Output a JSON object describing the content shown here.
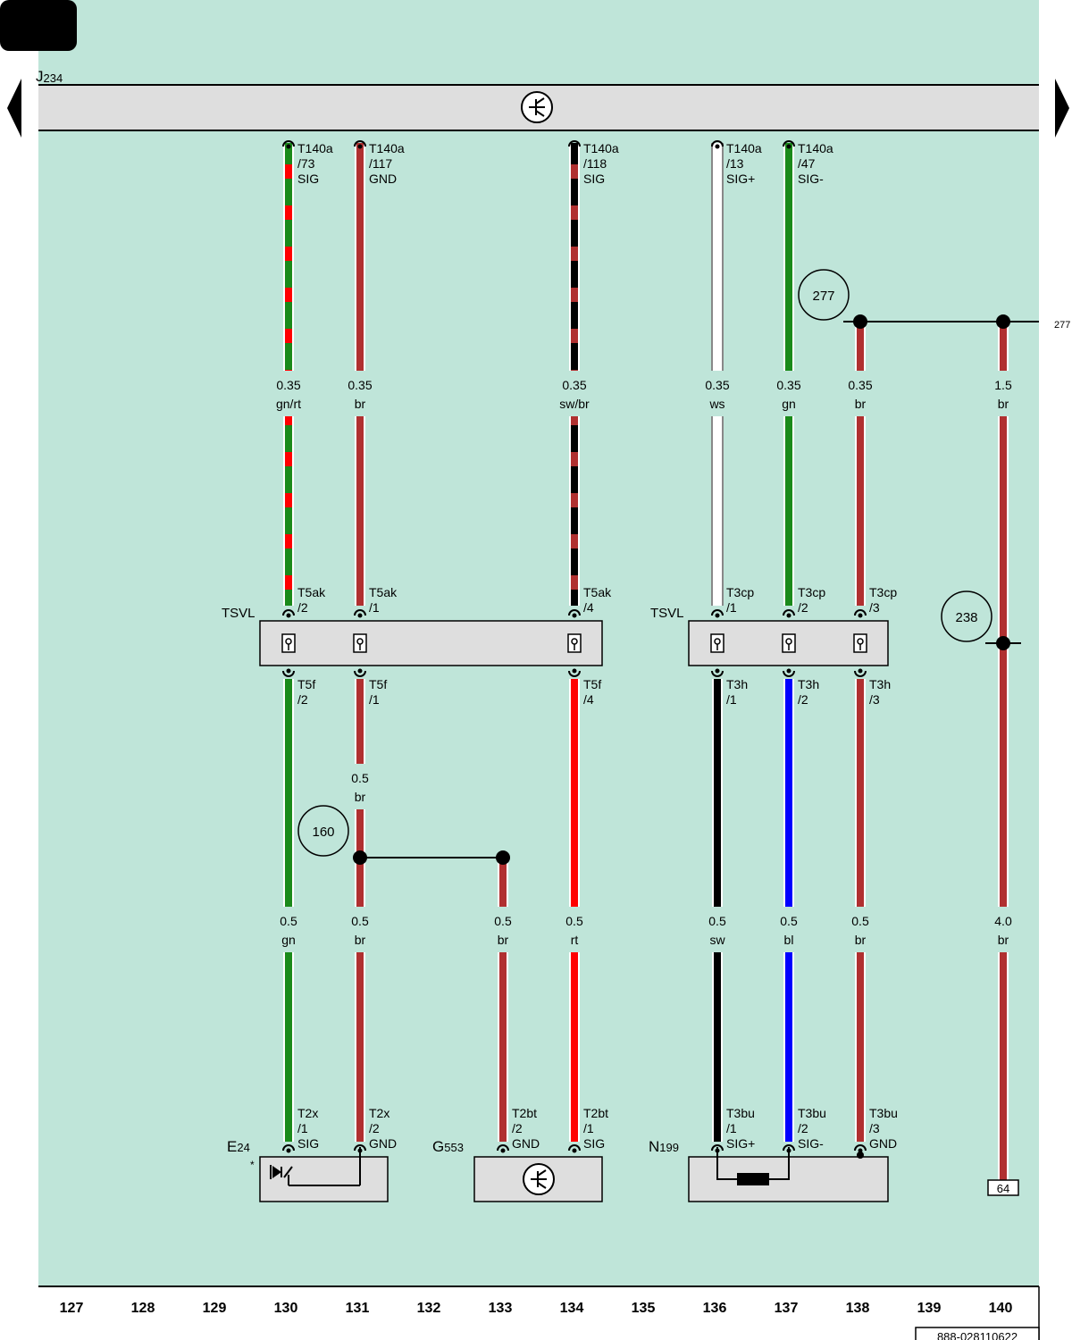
{
  "header": {
    "component": "J",
    "component_sub": "234",
    "diagram_id": "888-028110622"
  },
  "nav": {
    "prev_icon": "triangle-left-icon",
    "next_icon": "triangle-right-icon"
  },
  "grid_numbers": [
    "127",
    "128",
    "129",
    "130",
    "131",
    "132",
    "133",
    "134",
    "135",
    "136",
    "137",
    "138",
    "139",
    "140"
  ],
  "colors": {
    "background": "#bfe5d9",
    "box_fill": "#dedede",
    "gn": "#1a8a1a",
    "rt": "#ff0000",
    "br": "#b03030",
    "sw": "#000000",
    "bl": "#0000ff",
    "ws": "#ffffff"
  },
  "wires": [
    {
      "id": "w130",
      "top_conn": "T140a",
      "top_pin": "/73",
      "top_sig": "SIG",
      "seg1_size": "0.35",
      "seg1_color": "gn/rt",
      "mid_conn_top": "T5ak",
      "mid_pin_top": "/2",
      "mid_conn_bot": "T5f",
      "mid_pin_bot": "/2",
      "seg2_size": "0.5",
      "seg2_color": "gn",
      "bot_conn": "T2x",
      "bot_pin": "/1",
      "bot_sig": "SIG"
    },
    {
      "id": "w131",
      "top_conn": "T140a",
      "top_pin": "/117",
      "top_sig": "GND",
      "seg1_size": "0.35",
      "seg1_color": "br",
      "mid_conn_top": "T5ak",
      "mid_pin_top": "/1",
      "mid_conn_bot": "T5f",
      "mid_pin_bot": "/1",
      "seg_mid_size": "0.5",
      "seg_mid_color": "br",
      "seg2_size": "0.5",
      "seg2_color": "br",
      "bot_conn": "T2x",
      "bot_pin": "/2",
      "bot_sig": "GND"
    },
    {
      "id": "w133",
      "seg2_size": "0.5",
      "seg2_color": "br",
      "bot_conn": "T2bt",
      "bot_pin": "/2",
      "bot_sig": "GND"
    },
    {
      "id": "w134",
      "top_conn": "T140a",
      "top_pin": "/118",
      "top_sig": "SIG",
      "seg1_size": "0.35",
      "seg1_color": "sw/br",
      "mid_conn_top": "T5ak",
      "mid_pin_top": "/4",
      "mid_conn_bot": "T5f",
      "mid_pin_bot": "/4",
      "seg2_size": "0.5",
      "seg2_color": "rt",
      "bot_conn": "T2bt",
      "bot_pin": "/1",
      "bot_sig": "SIG"
    },
    {
      "id": "w136",
      "top_conn": "T140a",
      "top_pin": "/13",
      "top_sig": "SIG+",
      "seg1_size": "0.35",
      "seg1_color": "ws",
      "mid_conn_top": "T3cp",
      "mid_pin_top": "/1",
      "mid_conn_bot": "T3h",
      "mid_pin_bot": "/1",
      "seg2_size": "0.5",
      "seg2_color": "sw",
      "bot_conn": "T3bu",
      "bot_pin": "/1",
      "bot_sig": "SIG+"
    },
    {
      "id": "w137",
      "top_conn": "T140a",
      "top_pin": "/47",
      "top_sig": "SIG-",
      "seg1_size": "0.35",
      "seg1_color": "gn",
      "mid_conn_top": "T3cp",
      "mid_pin_top": "/2",
      "mid_conn_bot": "T3h",
      "mid_pin_bot": "/2",
      "seg2_size": "0.5",
      "seg2_color": "bl",
      "bot_conn": "T3bu",
      "bot_pin": "/2",
      "bot_sig": "SIG-"
    },
    {
      "id": "w138",
      "seg1_size": "0.35",
      "seg1_color": "br",
      "mid_conn_top": "T3cp",
      "mid_pin_top": "/3",
      "mid_conn_bot": "T3h",
      "mid_pin_bot": "/3",
      "seg2_size": "0.5",
      "seg2_color": "br",
      "bot_conn": "T3bu",
      "bot_pin": "/3",
      "bot_sig": "GND"
    },
    {
      "id": "w140",
      "seg1_size": "1.5",
      "seg1_color": "br",
      "seg2_size": "4.0",
      "seg2_color": "br",
      "ground_ref": "64"
    }
  ],
  "separation_points": [
    {
      "id": "sp277",
      "label": "277",
      "continuation": "277"
    },
    {
      "id": "sp238",
      "label": "238"
    },
    {
      "id": "sp160",
      "label": "160"
    }
  ],
  "connector_blocks": [
    {
      "id": "tsvl-left",
      "label": "TSVL"
    },
    {
      "id": "tsvl-right",
      "label": "TSVL"
    }
  ],
  "components": [
    {
      "id": "e24",
      "code": "E",
      "sub": "24",
      "note": "*",
      "icon": "switch-icon"
    },
    {
      "id": "g553",
      "code": "G",
      "sub": "553",
      "icon": "transistor-icon"
    },
    {
      "id": "n199",
      "code": "N",
      "sub": "199",
      "icon": "solenoid-icon"
    }
  ]
}
